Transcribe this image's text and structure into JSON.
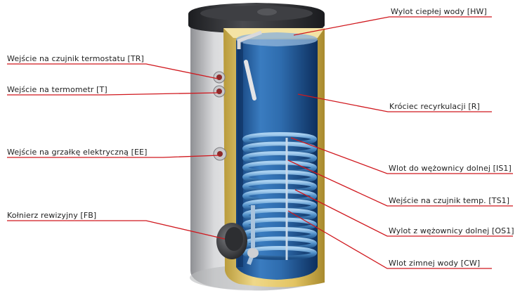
{
  "labels": {
    "hw": "Wylot ciepłej wody [HW]",
    "tr": "Wejście na czujnik termostatu [TR]",
    "t": "Wejście na termometr [T]",
    "r": "Króciec recyrkulacji [R]",
    "ee": "Wejście na grzałkę elektryczną [EE]",
    "is1": "Wlot do wężownicy dolnej [IS1]",
    "ts1": "Wejście na czujnik temp. [TS1]",
    "fb": "Kołnierz rewizyjny [FB]",
    "os1": "Wylot z wężownicy dolnej [OS1]",
    "cw": "Wlot zimnej wody [CW]"
  },
  "colors": {
    "leader_line": "#d0181e",
    "outer_shell": "#c8c9cb",
    "top_cap": "#2f3033",
    "insulation": "#e6c96a",
    "tank_blue": "#2f6fb0",
    "coil": "#4f8fc8"
  }
}
